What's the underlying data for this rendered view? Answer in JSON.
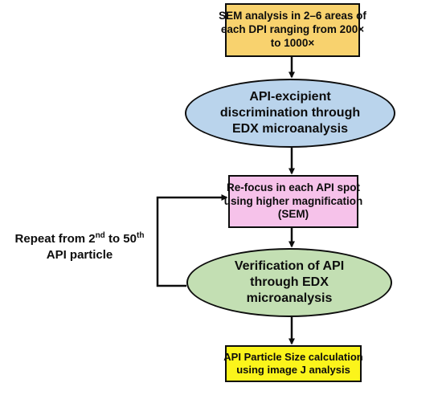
{
  "nodes": {
    "sem_analysis": {
      "line1": "SEM analysis in 2–6 areas of",
      "line2": "each DPI ranging from 200×",
      "line3": "to 1000×",
      "fill": "#f8d26e",
      "shape": "rectangle"
    },
    "edx_discrimination": {
      "line1": "API-excipient",
      "line2": "discrimination through",
      "line3": "EDX microanalysis",
      "fill": "#bad4ec",
      "shape": "ellipse"
    },
    "refocus": {
      "line1": "Re-focus in each API spot",
      "line2": "using higher magnification",
      "line3": "(SEM)",
      "fill": "#f6c2ea",
      "shape": "rectangle"
    },
    "verification": {
      "line1": "Verification of API",
      "line2": "through EDX",
      "line3": "microanalysis",
      "fill": "#c3dfb3",
      "shape": "ellipse"
    },
    "size_calc": {
      "line1": "API Particle Size calculation",
      "line2": "using image J analysis",
      "fill": "#fbf41b",
      "shape": "rectangle"
    }
  },
  "loop_label": {
    "prefix": "Repeat from 2",
    "sup1": "nd",
    "middle": " to 50",
    "sup2": "th",
    "line2": "API particle"
  },
  "stroke_color": "#0d0d0d"
}
